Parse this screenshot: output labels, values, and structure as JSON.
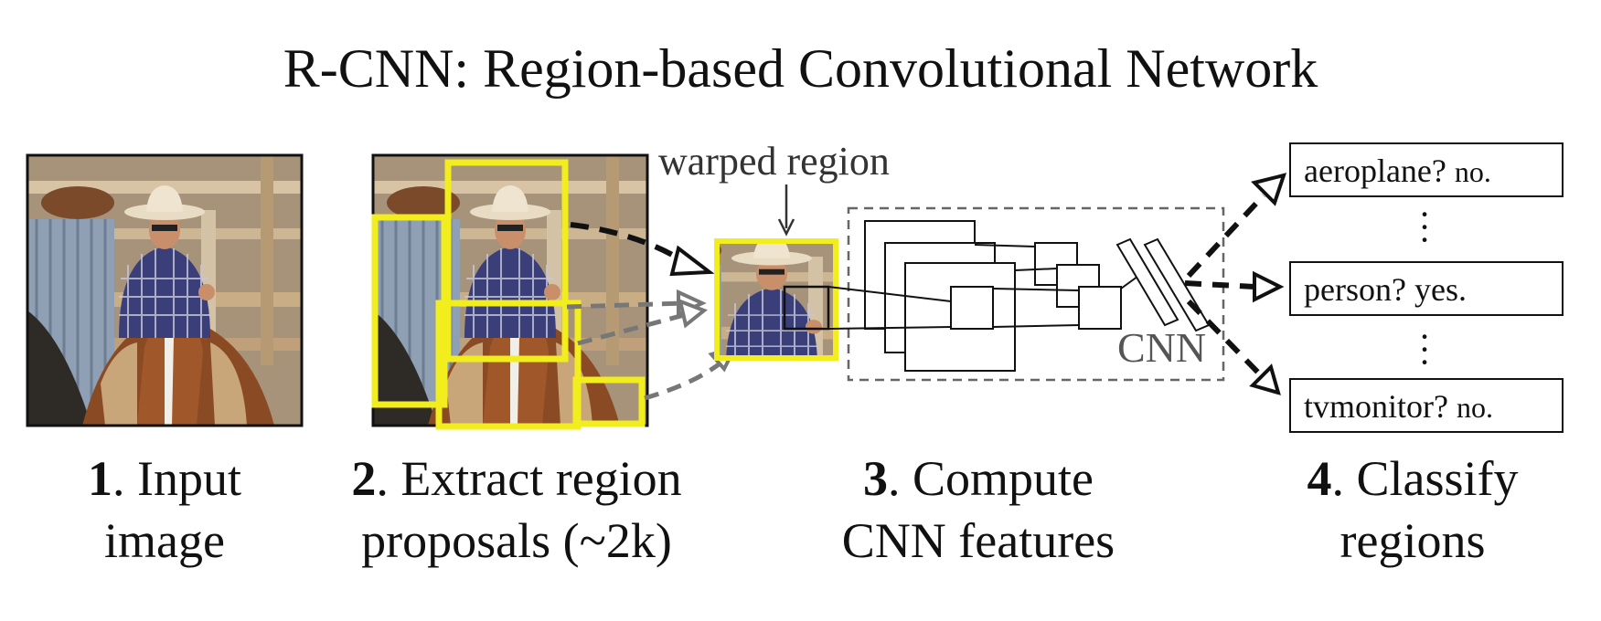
{
  "title": "R-CNN: Region-based Convolutional Network",
  "steps": [
    {
      "num": "1",
      "line1": "Input",
      "line2": "image"
    },
    {
      "num": "2",
      "line1": "Extract region",
      "line2": "proposals (~2k)"
    },
    {
      "num": "3",
      "line1": "Compute",
      "line2": "CNN features"
    },
    {
      "num": "4",
      "line1": "Classify",
      "line2": "regions"
    }
  ],
  "warped_label": "warped region",
  "cnn_label": "CNN",
  "classes": [
    {
      "name": "aeroplane?",
      "answer": "no."
    },
    {
      "name": "person?",
      "answer": "yes."
    },
    {
      "name": "tvmonitor?",
      "answer": "no."
    }
  ],
  "colors": {
    "proposal_box": "#f2ee1e",
    "arrow_dark": "#111111",
    "arrow_gray": "#777777",
    "cnn_border": "#666666"
  }
}
